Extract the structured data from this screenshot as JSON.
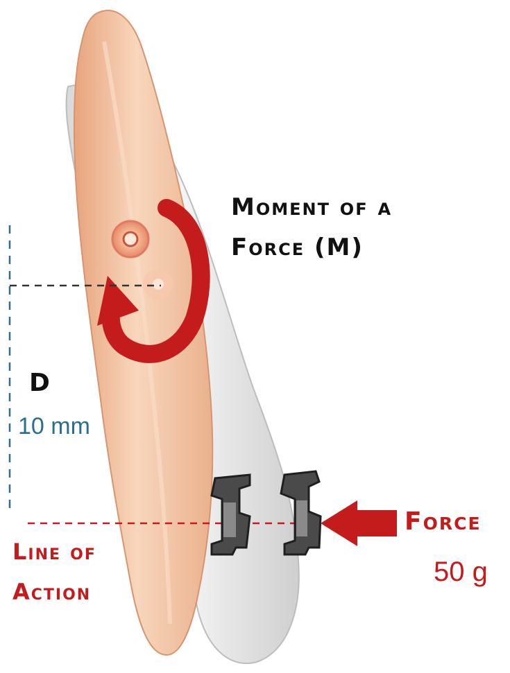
{
  "moment": {
    "line1": "Moment of a",
    "line2": "Force (M)"
  },
  "distance": {
    "label": "D",
    "value": "10 mm"
  },
  "line_of_action": {
    "line1": "Line of",
    "line2": "Action"
  },
  "force": {
    "label": "Force",
    "value": "50 g"
  },
  "colors": {
    "force_red": "#c41c1c",
    "distance_blue": "#2a6f8c",
    "tooth_front": "#f2c4a2",
    "tooth_back": "#e4e4e4"
  }
}
